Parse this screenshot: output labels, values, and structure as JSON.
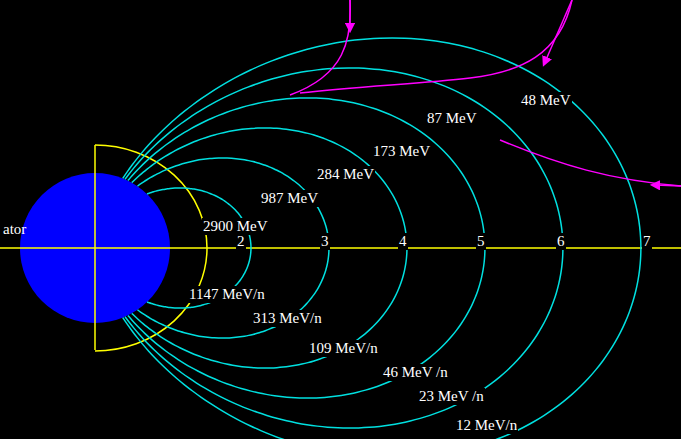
{
  "diagram": {
    "labels": [
      "ator",
      "2",
      "3",
      "4",
      "5",
      "6",
      "7",
      "48 MeV",
      "87 MeV",
      "173 MeV",
      "284 MeV",
      "987 MeV",
      "2900 MeV",
      "1147 MeV/n",
      "313 MeV/n",
      "109 MeV/n",
      "46 MeV /n",
      "23 MeV /n",
      "12 MeV/n"
    ]
  }
}
